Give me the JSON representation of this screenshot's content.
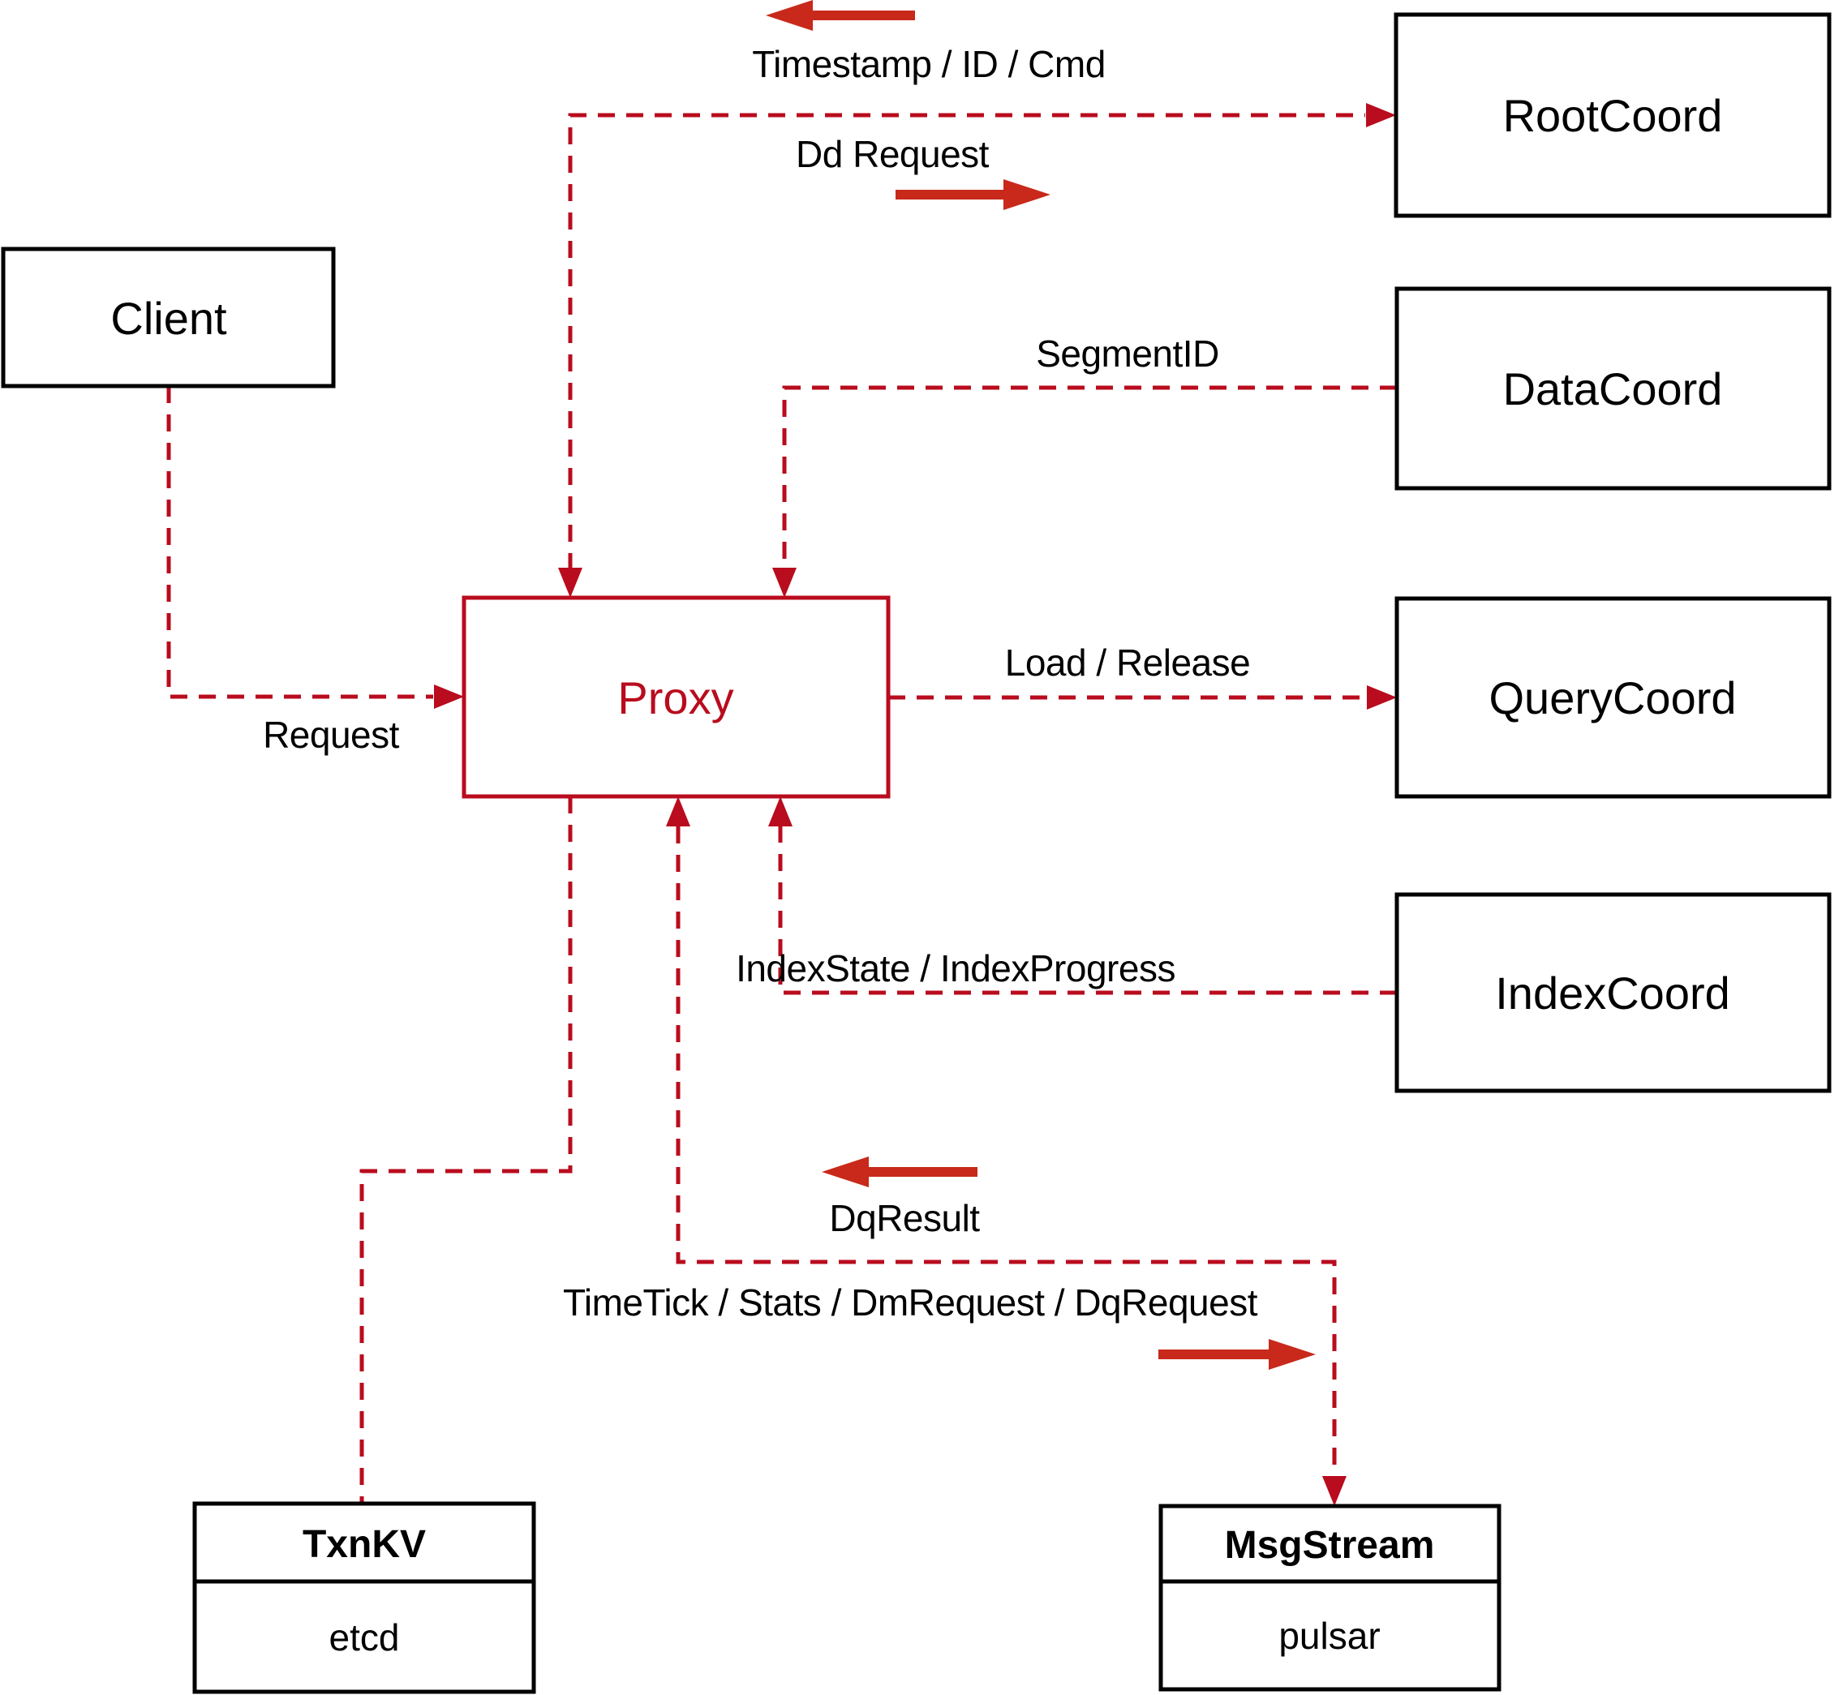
{
  "colors": {
    "dashed_line_red": "#b90c1e",
    "solid_arrow_red": "#c8291a",
    "box_border_black": "#000000",
    "background": "#ffffff"
  },
  "nodes": {
    "client": {
      "label": "Client"
    },
    "proxy": {
      "label": "Proxy"
    },
    "rootcoord": {
      "label": "RootCoord"
    },
    "datacoord": {
      "label": "DataCoord"
    },
    "querycoord": {
      "label": "QueryCoord"
    },
    "indexcoord": {
      "label": "IndexCoord"
    },
    "txnkv": {
      "title": "TxnKV",
      "subtitle": "etcd"
    },
    "msgstream": {
      "title": "MsgStream",
      "subtitle": "pulsar"
    }
  },
  "edge_labels": {
    "timestamp": "Timestamp / ID / Cmd",
    "dd_request": "Dd Request",
    "segment_id": "SegmentID",
    "load_release": "Load / Release",
    "request": "Request",
    "index_state": "IndexState / IndexProgress",
    "dq_result": "DqResult",
    "timetick": "TimeTick / Stats / DmRequest / DqRequest"
  }
}
